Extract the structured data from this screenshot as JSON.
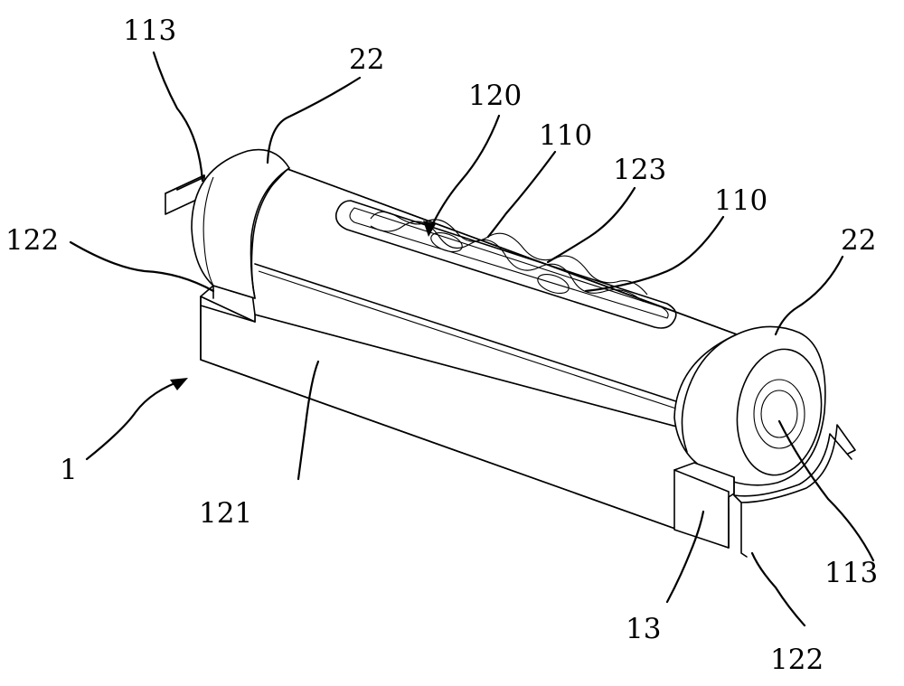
{
  "labels": {
    "l113_top": "113",
    "l22_left": "22",
    "l120": "120",
    "l110_a": "110",
    "l123": "123",
    "l110_b": "110",
    "l122_left": "122",
    "l22_right": "22",
    "l1": "1",
    "l121": "121",
    "l113_right": "113",
    "l13": "13",
    "l122_bottom": "122"
  }
}
